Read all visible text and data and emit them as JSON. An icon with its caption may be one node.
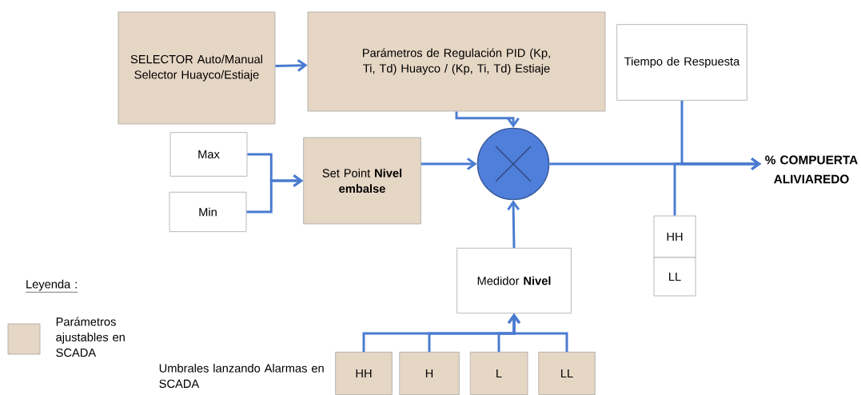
{
  "diagram": {
    "nodes": [
      {
        "text": [
          "SELECTOR Auto/Manual Selector Huayco/Estiaje"
        ]
      },
      {
        "text": [
          "Parámetros de Regulación PID (Kp, Ti, Td) Huayco / (Kp, Ti, Td) Estiaje"
        ]
      },
      {
        "text": [
          "Tiempo de Respuesta"
        ]
      },
      {
        "text": [
          "Max"
        ]
      },
      {
        "text": [
          "Min"
        ]
      },
      {
        "text": [
          "Set Point **Nivel embalse**"
        ]
      },
      {
        "text": [],
        "shape": "circle"
      },
      {
        "text": [
          "% COMPUERTA ALIVIAREDO"
        ]
      },
      {
        "text": [
          "HH"
        ]
      },
      {
        "text": [
          "LL"
        ]
      },
      {
        "text": [
          "Medidor **Nivel**"
        ]
      },
      {
        "text": [
          "HH"
        ]
      },
      {
        "text": [
          "H"
        ]
      },
      {
        "text": [
          "L"
        ]
      },
      {
        "text": [
          "LL"
        ]
      }
    ],
    "edges": [
      {
        "from": 0,
        "to": 1,
        "arrow": "to"
      },
      {
        "from": 1,
        "to": 6,
        "arrow": "to"
      },
      {
        "from": 3,
        "to": 5,
        "arrow": "to"
      },
      {
        "from": 4,
        "to": 5,
        "arrow": "to"
      },
      {
        "from": 5,
        "to": 6,
        "arrow": "to"
      },
      {
        "from": 10,
        "to": 6,
        "arrow": "to"
      },
      {
        "from": 6,
        "to": 7,
        "arrow": "to"
      },
      {
        "from": 2,
        "to": 7,
        "arrow": "to"
      },
      {
        "from": 8,
        "to": 7,
        "arrow": "to"
      },
      {
        "from": 11,
        "to": 10,
        "arrow": "to"
      },
      {
        "from": 12,
        "to": 10,
        "arrow": "to"
      },
      {
        "from": 13,
        "to": 10,
        "arrow": "to"
      },
      {
        "from": 14,
        "to": 10,
        "arrow": "to"
      }
    ],
    "labels": [
      "Leyenda :",
      "Umbrales lanzando Alarmas en SCADA"
    ],
    "legend": [
      {
        "text": "Parámetros ajustables en SCADA",
        "color": "#e6d6c4"
      }
    ]
  }
}
